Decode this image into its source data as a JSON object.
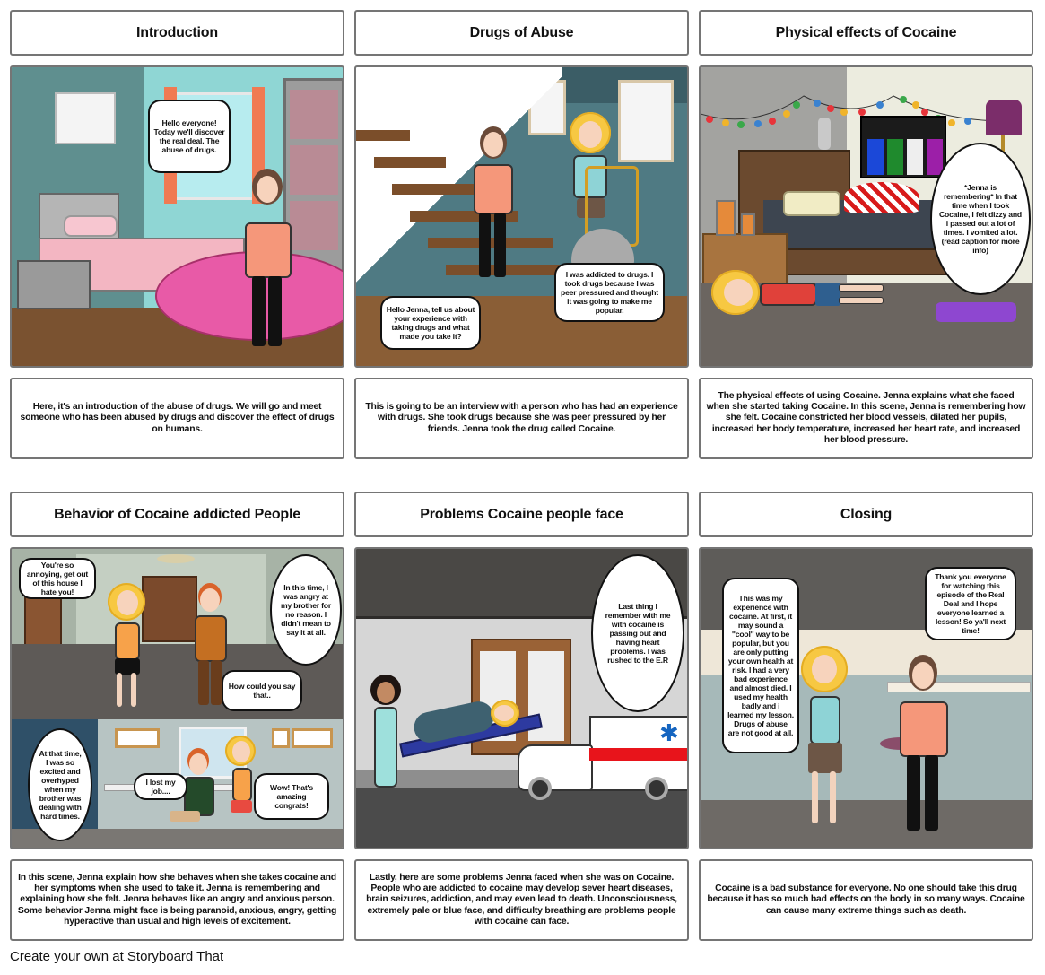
{
  "storyboard": {
    "panels": [
      {
        "title": "Introduction",
        "bubbles": [
          "Hello everyone! Today we'll discover the real deal. The abuse of drugs."
        ],
        "caption": "Here, it's an introduction of the abuse of drugs. We will go and meet someone who has been abused by drugs and discover the effect of drugs on humans."
      },
      {
        "title": "Drugs of Abuse",
        "bubbles": [
          "Hello Jenna, tell us about your experience with taking drugs and what made you take it?",
          "I was addicted to drugs. I took drugs because I was peer pressured and thought it was going to make me popular."
        ],
        "caption": "This is going to be an interview with a person who has had an experience with drugs. She took drugs because she was peer pressured by her friends. Jenna took the drug called Cocaine."
      },
      {
        "title": "Physical effects of Cocaine",
        "bubbles": [
          "*Jenna is remembering* In that time when I took Cocaine, I felt dizzy and i passed out a lot of times. I vomited a lot. (read caption for more info)"
        ],
        "caption": "The physical effects of using Cocaine. Jenna explains what she faced when she started taking Cocaine. In this scene, Jenna is remembering how she felt. Cocaine constricted her blood vessels, dilated her pupils, increased her body temperature, increased her heart rate, and increased her blood pressure."
      },
      {
        "title": "Behavior of Cocaine addicted People",
        "bubbles": [
          "You're so annoying, get out of this house I hate you!",
          "In this time, I was angry at my brother for no reason. I didn't mean to say it at all.",
          "How could you say that..",
          "At that time, I was so excited and overhyped when my brother was dealing with hard times.",
          "I lost my job....",
          "Wow! That's amazing congrats!"
        ],
        "caption": "In this scene, Jenna explain how she behaves when she takes cocaine and her symptoms when she used to take it. Jenna is remembering and explaining how she felt. Jenna behaves like an angry and anxious person. Some behavior Jenna might face is being paranoid, anxious, angry, getting hyperactive than usual and high levels of excitement."
      },
      {
        "title": "Problems Cocaine people face",
        "bubbles": [
          "Last thing I remember with me with cocaine is passing out and having heart problems. I was rushed to the E.R"
        ],
        "caption": "Lastly, here are some problems Jenna faced when she was on Cocaine. People who are addicted to cocaine may develop sever heart diseases, brain seizures, addiction, and may even lead to death. Unconsciousness, extremely pale or blue face, and difficulty breathing are problems people with cocaine can face."
      },
      {
        "title": "Closing",
        "bubbles": [
          "This was my experience with cocaine. At first, it may sound a \"cool\" way to be popular, but you are only putting your own health at risk. I had a very bad experience and almost died. I used my health badly and i learned my lesson. Drugs of abuse are not good at all.",
          "Thank you everyone for watching this episode of the Real Deal and I hope everyone learned a lesson! So ya'll next time!"
        ],
        "caption": "Cocaine is a bad substance for everyone. No one should take this drug because it has so much bad effects on the body in so many ways. Cocaine can cause many extreme things such as death."
      }
    ]
  },
  "footer": {
    "label": "Create your own at Storyboard That"
  },
  "colors": {
    "panel_border": "#757575",
    "bubble_border": "#111111",
    "jenna_shirt": "#f5977a",
    "pink_rug": "#e85aa7",
    "teal_wall": "#8fd6d4",
    "ambulance_red": "#e8141b",
    "star_of_life": "#1565c0"
  }
}
